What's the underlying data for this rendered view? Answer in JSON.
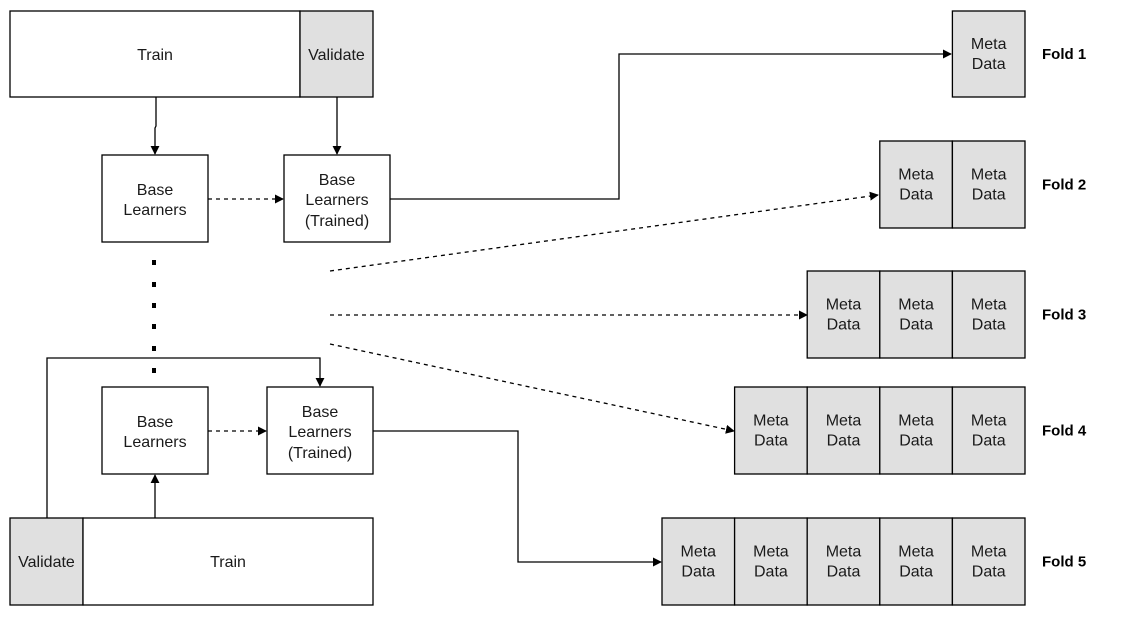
{
  "top": {
    "train": "Train",
    "validate": "Validate",
    "base": [
      "Base",
      "Learners"
    ],
    "trained": [
      "Base",
      "Learners",
      "(Trained)"
    ]
  },
  "bottom": {
    "train": "Train",
    "validate": "Validate",
    "base": [
      "Base",
      "Learners"
    ],
    "trained": [
      "Base",
      "Learners",
      "(Trained)"
    ]
  },
  "meta_label": [
    "Meta",
    "Data"
  ],
  "folds": [
    {
      "label": "Fold 1",
      "count": 1
    },
    {
      "label": "Fold 2",
      "count": 2
    },
    {
      "label": "Fold 3",
      "count": 3
    },
    {
      "label": "Fold 4",
      "count": 4
    },
    {
      "label": "Fold 5",
      "count": 5
    }
  ]
}
